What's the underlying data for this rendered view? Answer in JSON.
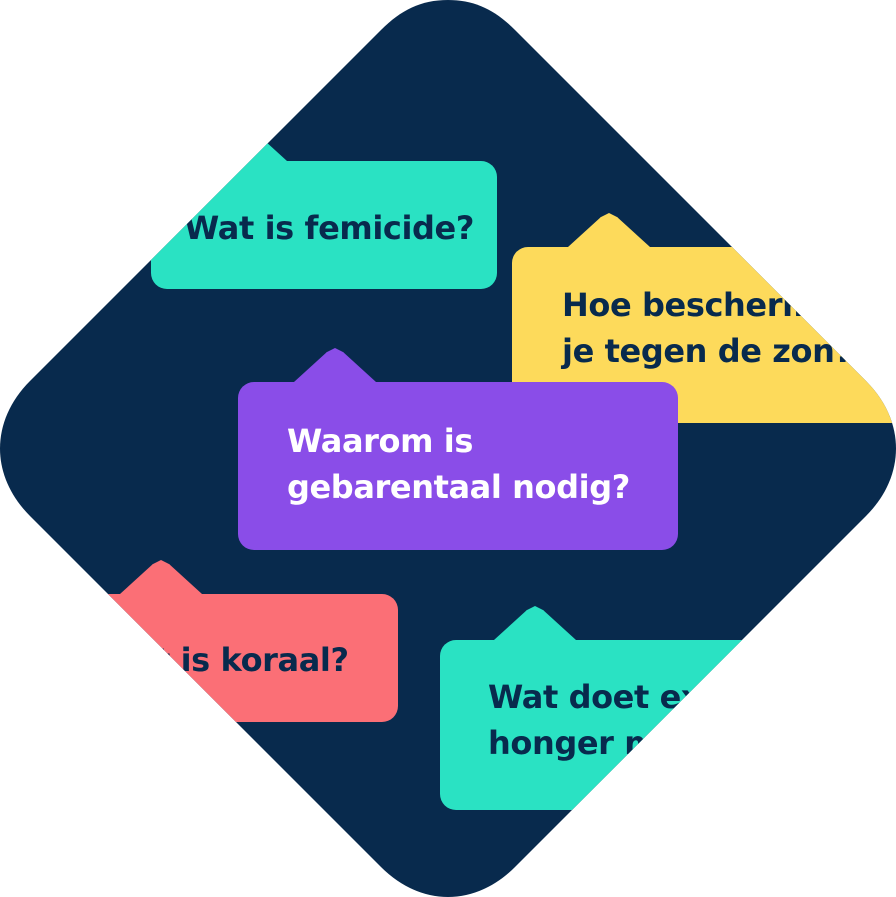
{
  "colors": {
    "background": "#ffffff",
    "diamond": "#082a4d",
    "turquoise": "#2ae2c3",
    "yellow": "#fdda5b",
    "purple": "#8a4de8",
    "coral": "#fb6f76",
    "dark_text": "#082a4d",
    "light_text": "#ffffff"
  },
  "bubbles": [
    {
      "lines": [
        "Wat is femicide?"
      ],
      "color": "turquoise",
      "text_color": "dark_text"
    },
    {
      "lines": [
        "Hoe bescherm je",
        "je tegen de zon?"
      ],
      "color": "yellow",
      "text_color": "dark_text"
    },
    {
      "lines": [
        "Waarom is",
        "gebarentaal nodig?"
      ],
      "color": "purple",
      "text_color": "light_text"
    },
    {
      "lines": [
        "Wat is koraal?"
      ],
      "color": "coral",
      "text_color": "dark_text"
    },
    {
      "lines": [
        "Wat doet extreme",
        "honger met je?"
      ],
      "color": "turquoise",
      "text_color": "dark_text"
    }
  ]
}
